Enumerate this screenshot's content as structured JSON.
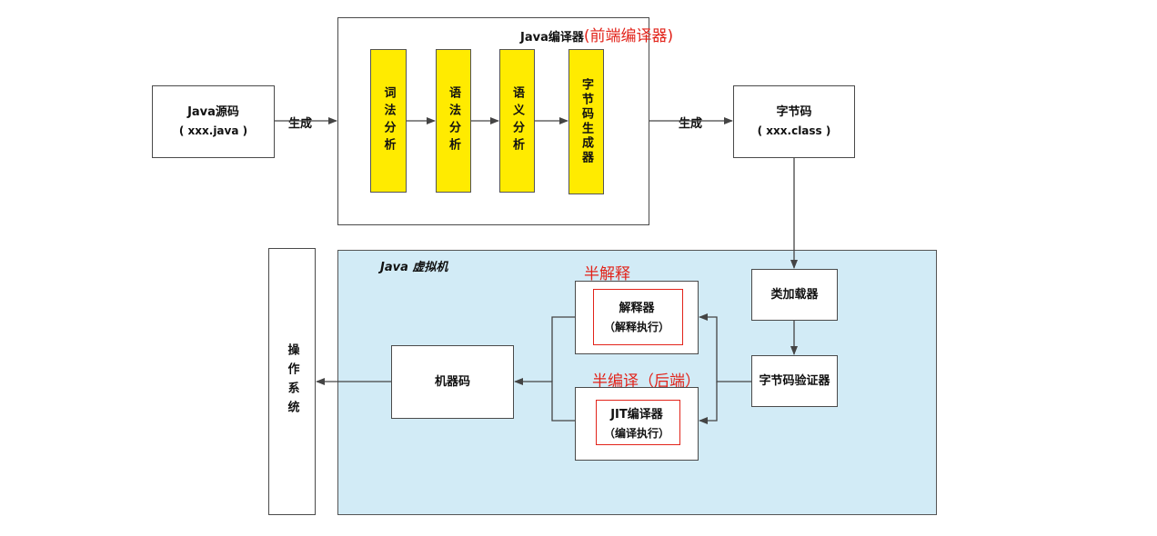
{
  "source": {
    "title": "Java源码",
    "file": "( xxx.java )"
  },
  "compiler": {
    "title_prefix": "Java编译器",
    "title_annotation": "(前端编译器)",
    "stages": [
      "词法分析",
      "语法分析",
      "语义分析",
      "字节码生成器"
    ]
  },
  "edges": {
    "generate_1": "生成",
    "generate_2": "生成"
  },
  "bytecode": {
    "title": "字节码",
    "file": "( xxx.class )"
  },
  "jvm": {
    "title": "Java 虚拟机",
    "class_loader": "类加载器",
    "verifier": "字节码验证器",
    "interpreter": {
      "annotation": "半解释",
      "title": "解释器",
      "sub": "（解释执行）"
    },
    "jit": {
      "annotation": "半编译（后端）",
      "title": "JIT编译器",
      "sub": "（编译执行）"
    },
    "machine_code": "机器码"
  },
  "os": {
    "label": "操作系统"
  },
  "colors": {
    "accent_yellow": "#ffeb00",
    "jvm_bg": "#d2ebf6",
    "annotation_red": "#e2231a"
  }
}
